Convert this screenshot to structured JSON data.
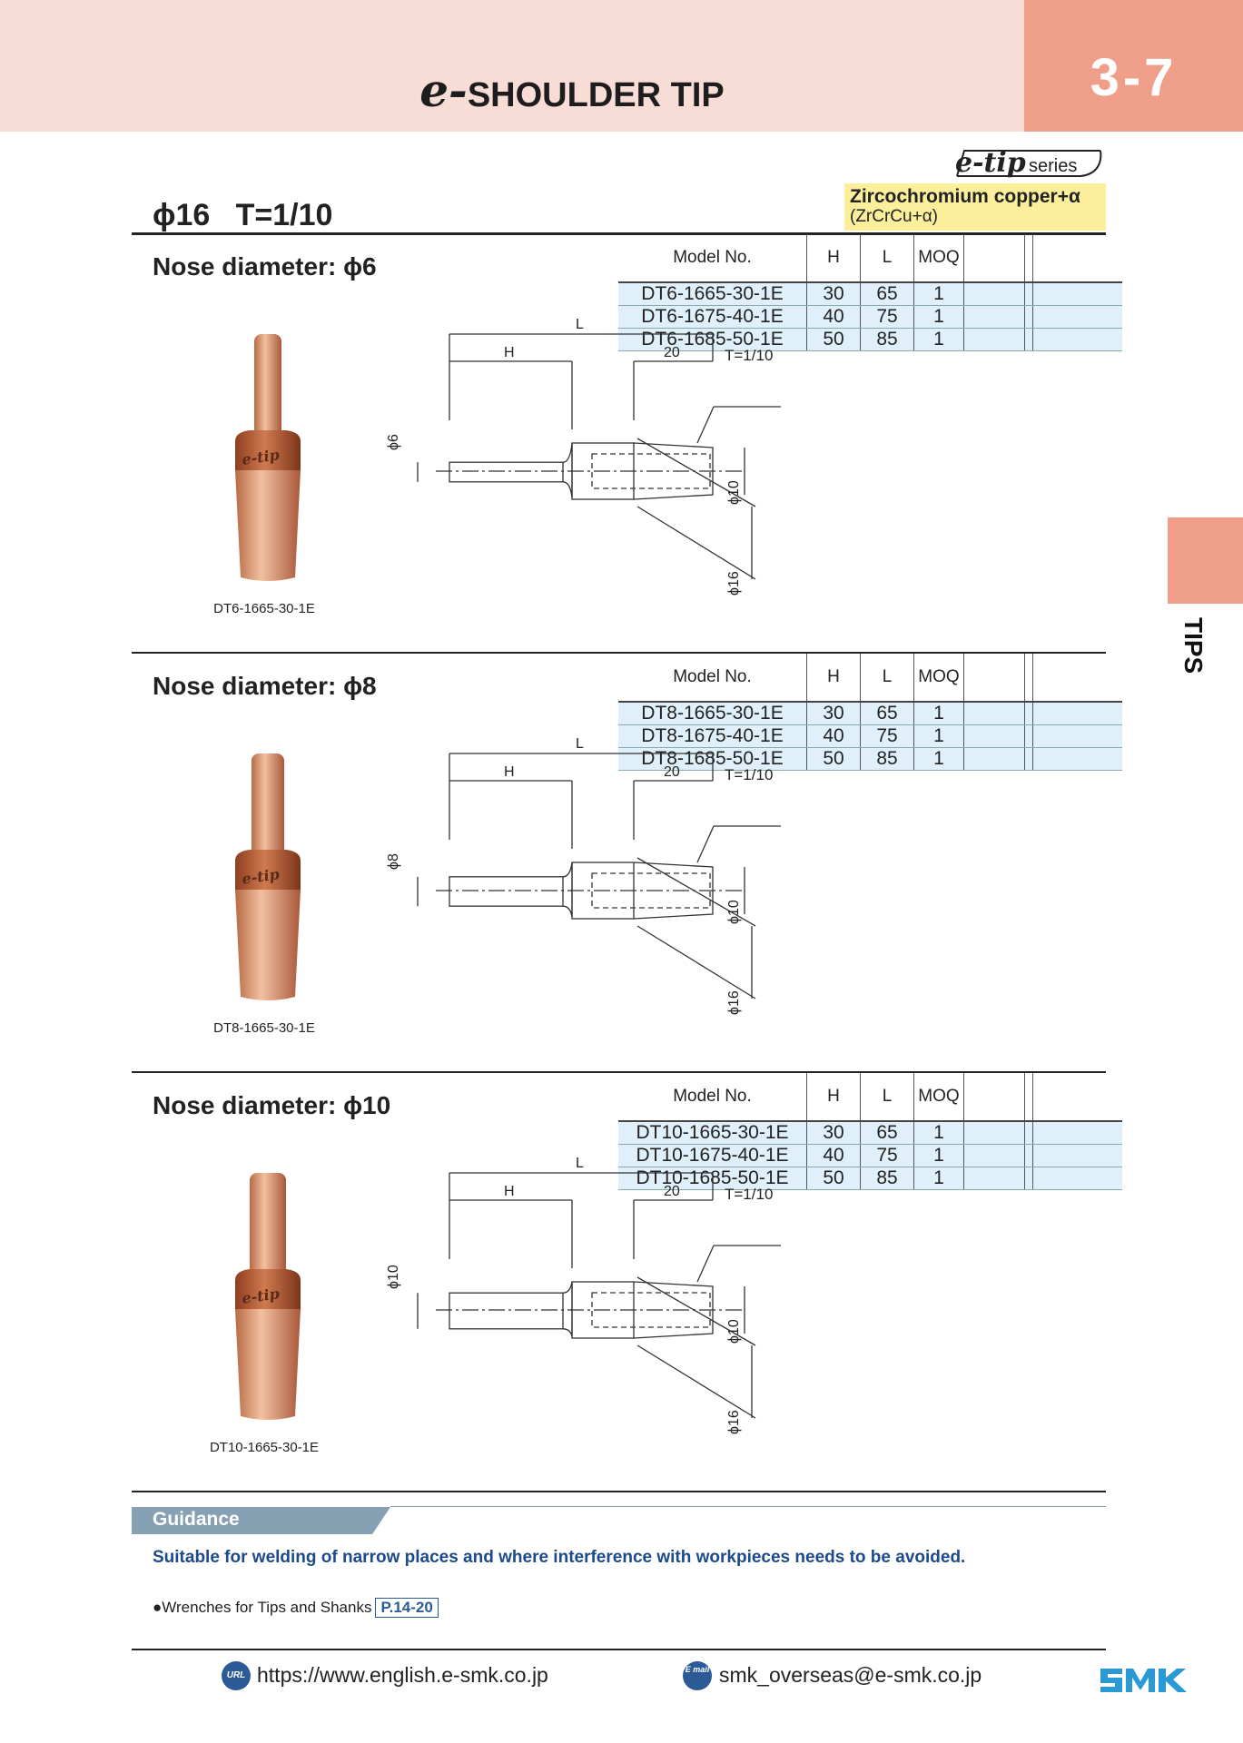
{
  "header": {
    "title_prefix": "e-",
    "title": "SHOULDER TIP",
    "page_number": "3-7"
  },
  "side_tab": {
    "label": "TIPS"
  },
  "series_badge": {
    "brand": "e-tip",
    "suffix": "series"
  },
  "material": {
    "name": "Zircochromium copper+α",
    "formula": "(ZrCrCu+α)"
  },
  "heading": "ϕ16   T=1/10",
  "table_headers": {
    "model": "Model No.",
    "h": "H",
    "l": "L",
    "moq": "MOQ"
  },
  "sections": [
    {
      "title": "Nose diameter: ϕ6",
      "photo_caption": "DT6-1665-30-1E",
      "rows": [
        {
          "model": "DT6-1665-30-1E",
          "h": "30",
          "l": "65",
          "moq": "1"
        },
        {
          "model": "DT6-1675-40-1E",
          "h": "40",
          "l": "75",
          "moq": "1"
        },
        {
          "model": "DT6-1685-50-1E",
          "h": "50",
          "l": "85",
          "moq": "1"
        }
      ],
      "diagram": {
        "l": "L",
        "h": "H",
        "len20": "20",
        "taper": "T=1/10",
        "nose": "ϕ6",
        "d10": "ϕ10",
        "d16": "ϕ16"
      }
    },
    {
      "title": "Nose diameter: ϕ8",
      "photo_caption": "DT8-1665-30-1E",
      "rows": [
        {
          "model": "DT8-1665-30-1E",
          "h": "30",
          "l": "65",
          "moq": "1"
        },
        {
          "model": "DT8-1675-40-1E",
          "h": "40",
          "l": "75",
          "moq": "1"
        },
        {
          "model": "DT8-1685-50-1E",
          "h": "50",
          "l": "85",
          "moq": "1"
        }
      ],
      "diagram": {
        "l": "L",
        "h": "H",
        "len20": "20",
        "taper": "T=1/10",
        "nose": "ϕ8",
        "d10": "ϕ10",
        "d16": "ϕ16"
      }
    },
    {
      "title": "Nose diameter: ϕ10",
      "photo_caption": "DT10-1665-30-1E",
      "rows": [
        {
          "model": "DT10-1665-30-1E",
          "h": "30",
          "l": "65",
          "moq": "1"
        },
        {
          "model": "DT10-1675-40-1E",
          "h": "40",
          "l": "75",
          "moq": "1"
        },
        {
          "model": "DT10-1685-50-1E",
          "h": "50",
          "l": "85",
          "moq": "1"
        }
      ],
      "diagram": {
        "l": "L",
        "h": "H",
        "len20": "20",
        "taper": "T=1/10",
        "nose": "ϕ10",
        "d10": "ϕ10",
        "d16": "ϕ16"
      }
    }
  ],
  "guidance": {
    "label": "Guidance",
    "text": "Suitable for welding of narrow places and where interference with workpieces needs to be avoided.",
    "wrench_text": "●Wrenches for Tips and Shanks",
    "wrench_ref": "P.14-20"
  },
  "footer": {
    "url_icon": "URL",
    "url": "https://www.english.e-smk.co.jp",
    "mail_icon": "E mail",
    "email": "smk_overseas@e-smk.co.jp",
    "logo": "SMK"
  },
  "colors": {
    "header_bg": "#f8dcd6",
    "accent": "#ef9f89",
    "table_row": "#dff0fa",
    "material_bg": "#fcef9c",
    "guidance": "#86a1b4",
    "brand_blue": "#2b5a97"
  }
}
